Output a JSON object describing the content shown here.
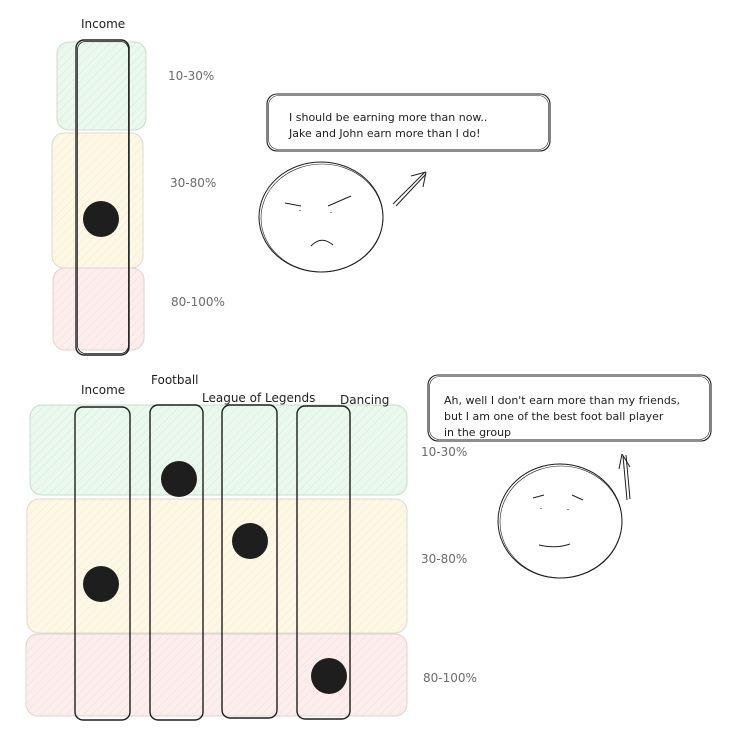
{
  "diagram1": {
    "column_label": "Income",
    "bands": [
      "10-30%",
      "30-80%",
      "80-100%"
    ],
    "speech_lines": [
      "I should be earning more than now..",
      "Jake and John earn more than I do!"
    ]
  },
  "diagram2": {
    "column_labels": [
      "Income",
      "Football",
      "League of Legends",
      "Dancing"
    ],
    "bands": [
      "10-30%",
      "30-80%",
      "80-100%"
    ],
    "speech_lines": [
      "Ah, well I don't earn more than my friends,",
      "but I am one of the best foot ball player",
      "in the group"
    ]
  },
  "colors": {
    "band_top": "#ebf8ee",
    "band_mid": "#fdf8e5",
    "band_bottom": "#fdeeee",
    "stroke": "#1e1e1e",
    "dot": "#1e1e1e"
  }
}
